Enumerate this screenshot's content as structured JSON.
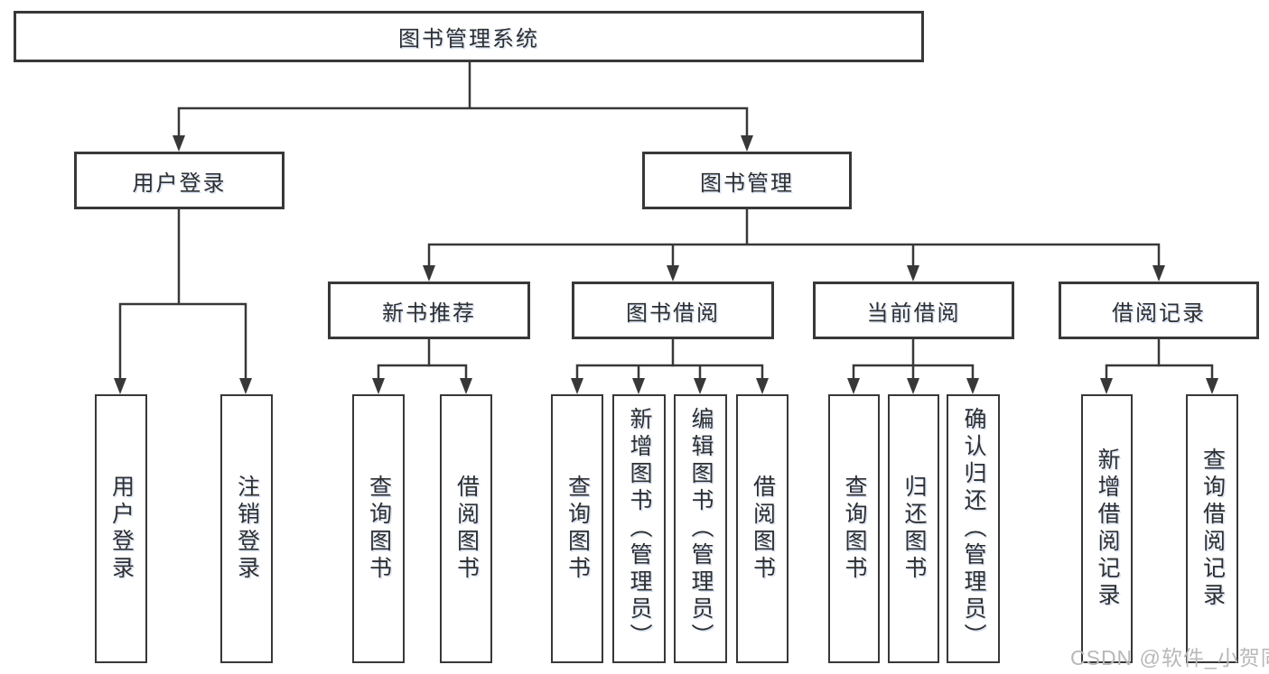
{
  "tree": {
    "root": "图书管理系统",
    "user_login": {
      "label": "用户登录",
      "children": [
        "用户登录",
        "注销登录"
      ]
    },
    "book_mgmt": {
      "label": "图书管理",
      "sections": {
        "new_book": {
          "label": "新书推荐",
          "children": [
            "查询图书",
            "借阅图书"
          ]
        },
        "book_borrow": {
          "label": "图书借阅",
          "children": [
            "查询图书",
            "新增图书（管理员）",
            "编辑图书（管理员）",
            "借阅图书"
          ]
        },
        "current_borrow": {
          "label": "当前借阅",
          "children": [
            "查询图书",
            "归还图书",
            "确认归还（管理员）"
          ]
        },
        "borrow_record": {
          "label": "借阅记录",
          "children": [
            "新增借阅记录",
            "查询借阅记录"
          ]
        }
      }
    }
  },
  "watermark": "CSDN @软件_小贺同学",
  "colors": {
    "line": "#383838",
    "box_border": "#383838",
    "text": "#2f2f2f",
    "watermark": "#b8b8b8",
    "background": "#ffffff"
  }
}
